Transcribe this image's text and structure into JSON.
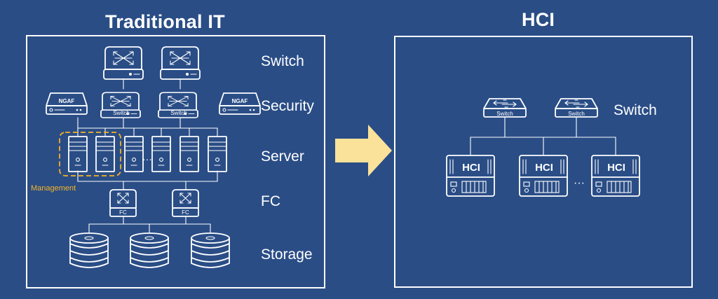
{
  "traditional": {
    "title": "Traditional IT",
    "layers": {
      "switch": "Switch",
      "security": "Security",
      "server": "Server",
      "fc": "FC",
      "storage": "Storage"
    },
    "management_label": "Management",
    "device_labels": {
      "ngaf": "NGAF",
      "switch": "Switch",
      "fc": "FC"
    },
    "ellipsis": "···"
  },
  "hci": {
    "title": "HCI",
    "layer_switch": "Switch",
    "device_labels": {
      "switch": "Switch",
      "hci": "HCI"
    },
    "ellipsis": "···"
  },
  "colors": {
    "background": "#2a4d86",
    "line": "#ffffff",
    "arrow": "#fbe29a",
    "management": "#f5b324"
  }
}
